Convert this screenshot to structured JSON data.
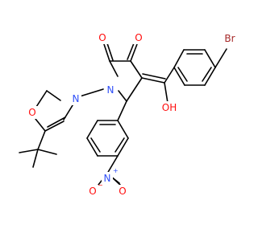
{
  "colors": {
    "carbon": "#000000",
    "oxygen": "#ff0d0d",
    "nitrogen": "#3050f8",
    "bromine": "#a62929",
    "background": "#ffffff"
  },
  "atoms": {
    "br": "Br",
    "o_ketone1": "O",
    "o_ketone2": "O",
    "oh": "OH",
    "n_ring": "N",
    "n_oxazole": "N",
    "o_oxazole": "O",
    "n_nitro": "N",
    "nitro_plus": "+",
    "o_nitro_left": "O",
    "o_nitro_right": "O",
    "nitro_minus": "−"
  }
}
